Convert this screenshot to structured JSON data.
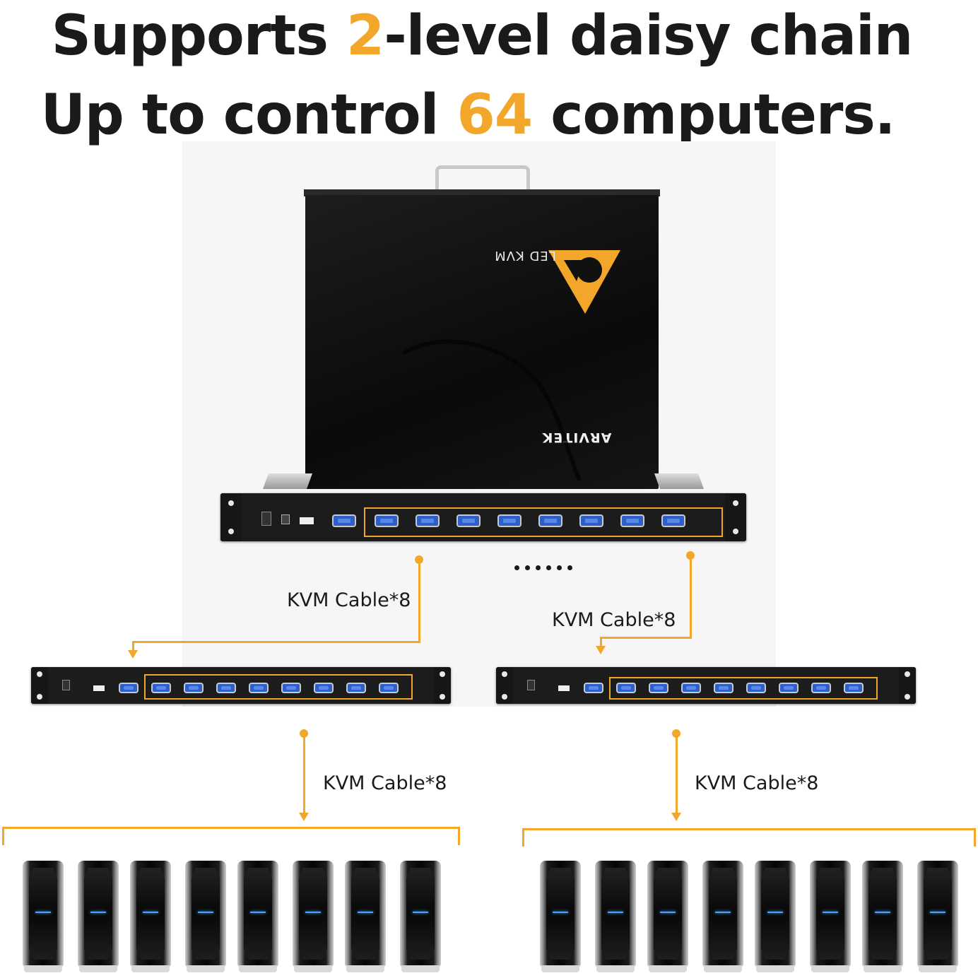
{
  "headline": {
    "line1_pre": "Supports ",
    "line1_highlight": "2",
    "line1_post": "-level daisy chain",
    "line2_pre": "Up to control ",
    "line2_highlight": "64",
    "line2_post": " computers."
  },
  "product": {
    "logo_line1": "LED KVM",
    "brand": "ARVITEK"
  },
  "cable_labels": {
    "top_left": "KVM Cable*8",
    "top_right": "KVM Cable*8",
    "bottom_left": "KVM Cable*8",
    "bottom_right": "KVM Cable*8"
  },
  "colors": {
    "accent": "#f3a72a",
    "text": "#1a1a1a",
    "device": "#1c1c1c",
    "port": "#2d5fc9"
  },
  "icons": {
    "computer": "tower-pc-icon",
    "port": "vga-port-icon"
  },
  "computer_groups": [
    {
      "count": 8
    },
    {
      "count": 8
    }
  ]
}
